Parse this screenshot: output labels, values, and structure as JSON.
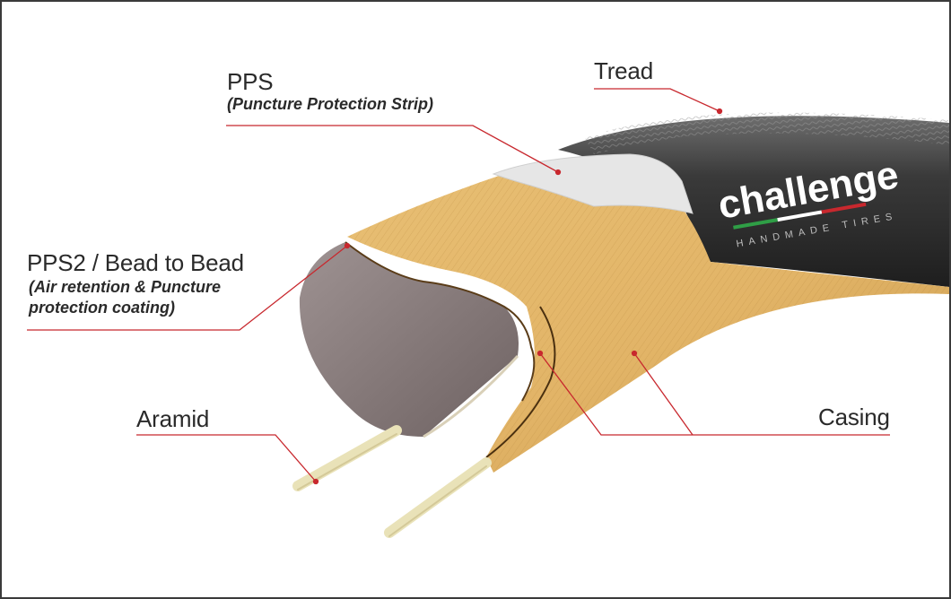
{
  "labels": {
    "tread": "Tread",
    "pps": "PPS",
    "pps_sub": "(Puncture Protection Strip)",
    "pps2": "PPS2 / Bead to Bead",
    "pps2_sub_line1": "(Air retention & Puncture",
    "pps2_sub_line2": "protection coating)",
    "aramid": "Aramid",
    "casing": "Casing"
  },
  "brand": {
    "logo_text": "challenge",
    "tagline": "HANDMADE TIRES"
  },
  "colors": {
    "leader_line": "#c8282e",
    "casing": "#e0b265",
    "tread": "#2b2b2b",
    "liner": "#8a7d7d",
    "pps_strip": "#e4e4e4",
    "bead": "#e9e2b8"
  }
}
